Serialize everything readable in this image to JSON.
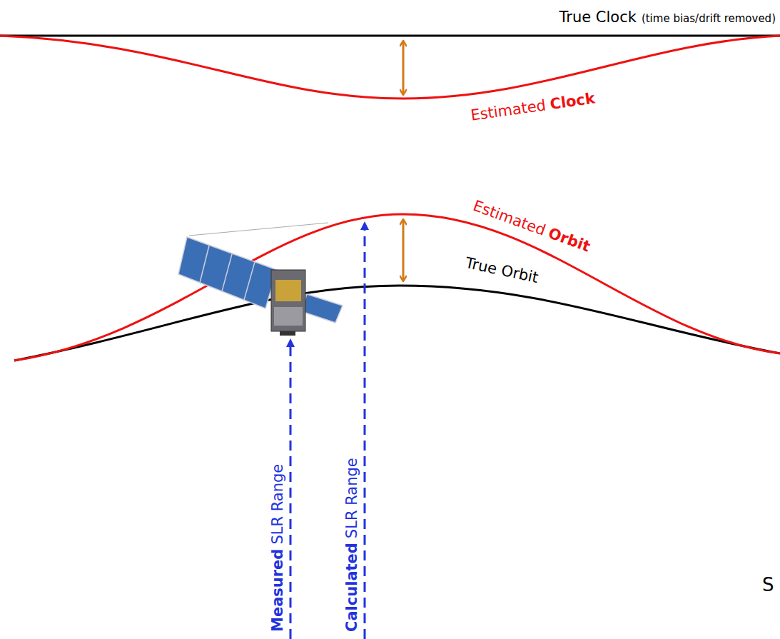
{
  "diagram": {
    "labels": [
      "True Clock",
      "(time bias/drift removed)",
      "Estimated",
      "Clock",
      "Estimated",
      "Orbit",
      "True Orbit",
      "Measured",
      "SLR Range",
      "Calculated",
      "SLR Range",
      "S"
    ]
  }
}
